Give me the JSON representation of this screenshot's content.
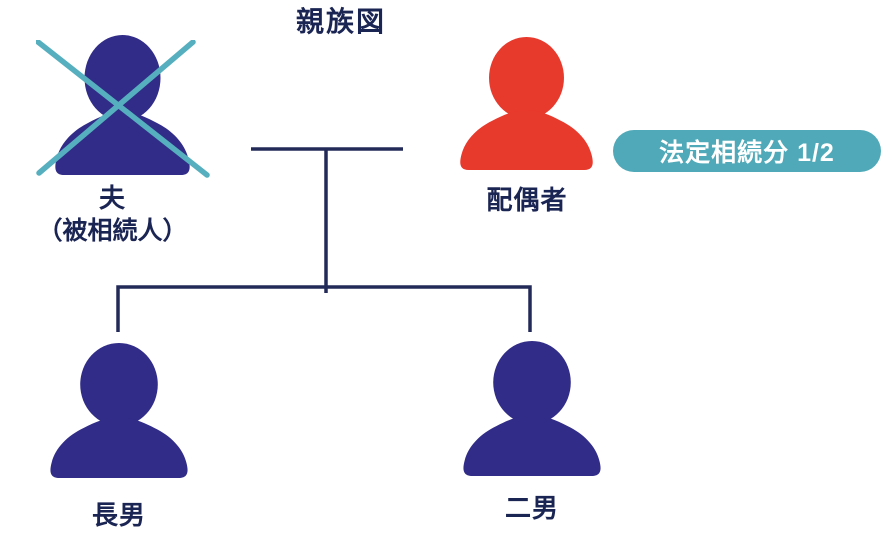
{
  "title": "親族図",
  "colors": {
    "person_indigo": "#312C87",
    "person_red": "#E8392D",
    "cross_teal": "#55AFBE",
    "line_navy": "#222B58",
    "text_navy": "#1B2553",
    "badge_bg": "#4FA9B8",
    "badge_text": "#FFFFFF"
  },
  "badge": {
    "label": "法定相続分 1/2"
  },
  "people": {
    "husband": {
      "name": "夫",
      "note": "（被相続人）",
      "status": "deceased"
    },
    "spouse": {
      "name": "配偶者"
    },
    "son1": {
      "name": "長男"
    },
    "son2": {
      "name": "二男"
    }
  }
}
